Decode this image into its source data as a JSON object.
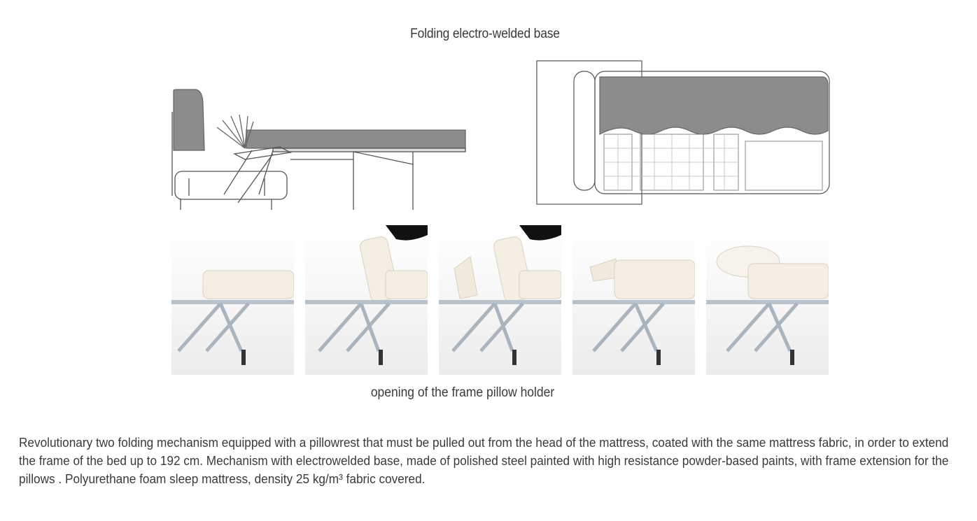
{
  "title": "Folding electro-welded base",
  "caption": "opening of the frame pillow holder",
  "description": "Revolutionary two folding mechanism equipped with a pillowrest that must be pulled out from the head of the mattress, coated with the same mattress fabric, in order to extend the frame of the bed up to 192 cm. Mechanism with electrowelded base, made of polished steel painted with high resistance powder-based paints, with frame extension for the pillows . Polyurethane foam sleep mattress, density 25 kg/m³ fabric covered.",
  "photos": [
    {
      "step": 1,
      "pillow": "flat"
    },
    {
      "step": 2,
      "pillow": "lifting"
    },
    {
      "step": 3,
      "pillow": "lifting-rest-open"
    },
    {
      "step": 4,
      "pillow": "rest-open"
    },
    {
      "step": 5,
      "pillow": "on-rest"
    }
  ],
  "colors": {
    "text": "#3a3a3a",
    "mattress": "#8c8c8c",
    "frame": "#b8c2cc",
    "linework": "#555555"
  }
}
